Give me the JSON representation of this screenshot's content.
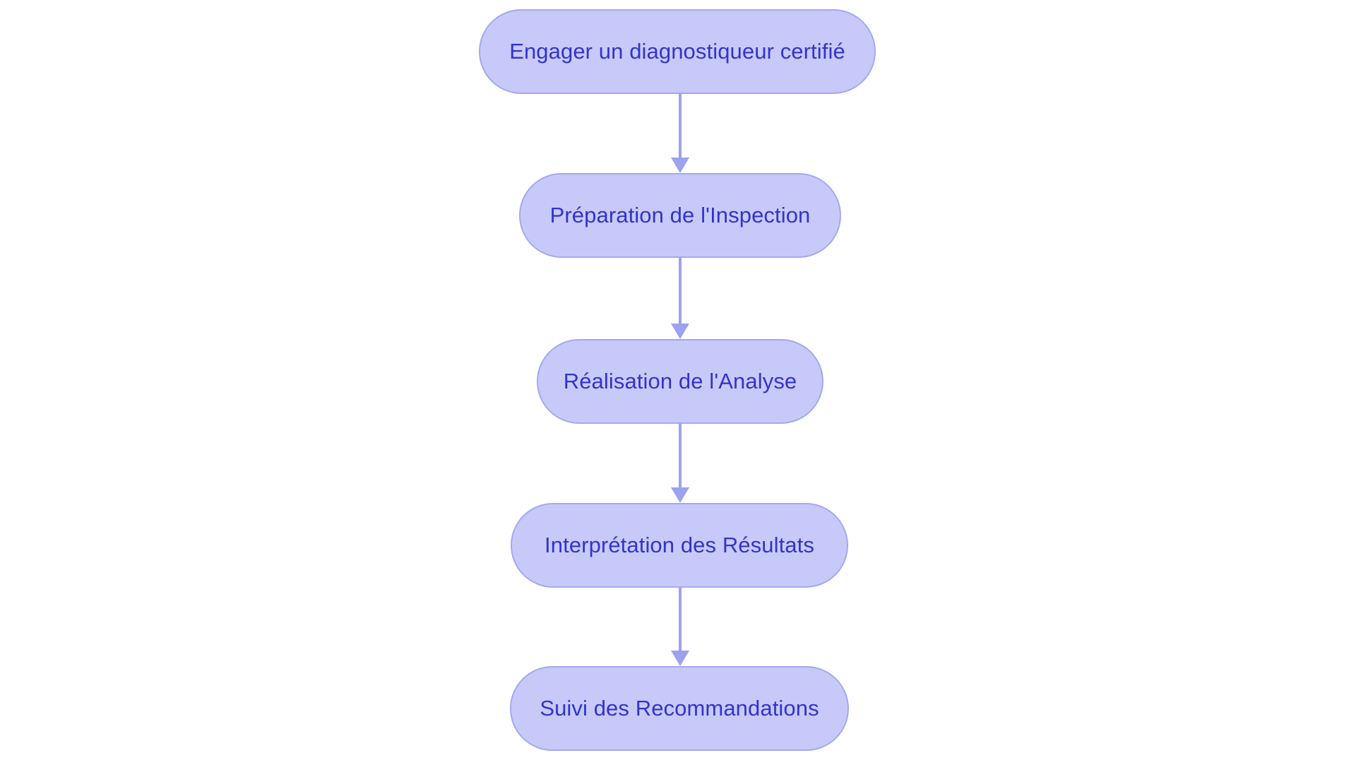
{
  "diagram": {
    "type": "flowchart",
    "orientation": "top-to-bottom",
    "background_color": "#ffffff",
    "node_fill_color": "#c7caf9",
    "node_border_color": "#a3a8f0",
    "node_text_color": "#3333cc",
    "connector_color": "#9ba3ee",
    "nodes": [
      {
        "id": "n1",
        "label": "Engager un diagnostiqueur certifié"
      },
      {
        "id": "n2",
        "label": "Préparation de l'Inspection"
      },
      {
        "id": "n3",
        "label": "Réalisation de l'Analyse"
      },
      {
        "id": "n4",
        "label": "Interprétation des Résultats"
      },
      {
        "id": "n5",
        "label": "Suivi des Recommandations"
      }
    ],
    "edges": [
      {
        "id": "e1",
        "from": "n1",
        "to": "n2",
        "label": ""
      },
      {
        "id": "e2",
        "from": "n2",
        "to": "n3",
        "label": ""
      },
      {
        "id": "e3",
        "from": "n3",
        "to": "n4",
        "label": ""
      },
      {
        "id": "e4",
        "from": "n4",
        "to": "n5",
        "label": ""
      }
    ]
  }
}
